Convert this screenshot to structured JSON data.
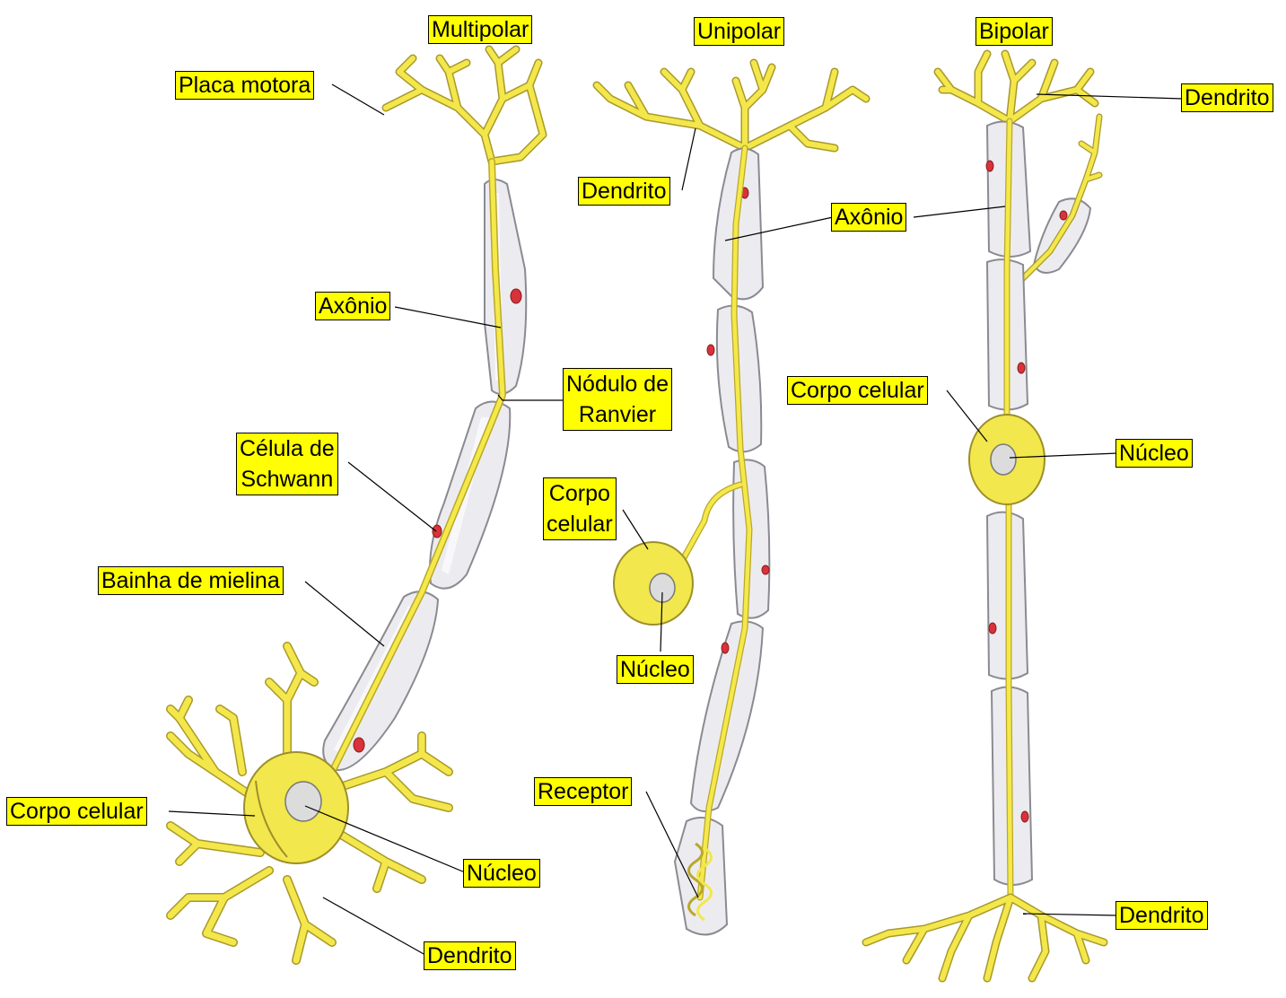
{
  "colors": {
    "label_bg": "#ffff00",
    "neuron": "#f3e74b",
    "myelin": "#ececf0",
    "schwann_nucleus": "#d8323a"
  },
  "multipolar": {
    "title": "Multipolar",
    "labels": {
      "placa_motora": "Placa motora",
      "axonio": "Axônio",
      "nodulo": "Nódulo de\nRanvier",
      "schwann": "Célula de\nSchwann",
      "bainha": "Bainha de mielina",
      "corpo": "Corpo celular",
      "nucleo": "Núcleo",
      "dendrito": "Dendrito"
    }
  },
  "unipolar": {
    "title": "Unipolar",
    "labels": {
      "dendrito": "Dendrito",
      "axonio": "Axônio",
      "corpo": "Corpo\ncelular",
      "nucleo": "Núcleo",
      "receptor": "Receptor"
    }
  },
  "bipolar": {
    "title": "Bipolar",
    "labels": {
      "dendrito_top": "Dendrito",
      "corpo": "Corpo celular",
      "nucleo": "Núcleo",
      "dendrito_bottom": "Dendrito"
    }
  }
}
